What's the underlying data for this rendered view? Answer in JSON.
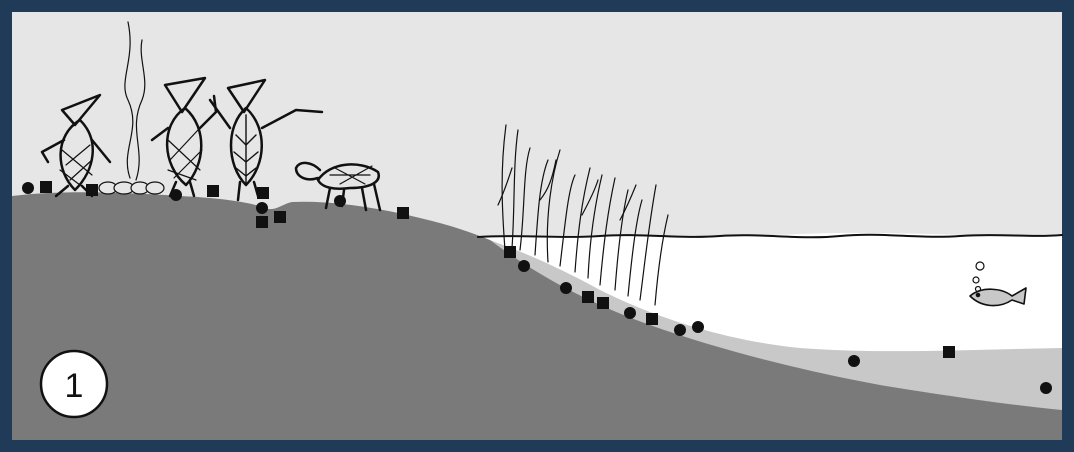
{
  "diagram": {
    "step_number": "1",
    "colors": {
      "frame": "#1f3b57",
      "sky": "#e6e6e6",
      "land": "#7a7a7a",
      "water": "#ffffff",
      "sediment": "#c8c8c8",
      "ink": "#111111"
    },
    "elements": [
      "human-figure",
      "human-figure",
      "human-figure",
      "campfire-smoke",
      "fire-stones",
      "animal-figure",
      "reeds",
      "water-surface",
      "fish-icon",
      "bubbles",
      "artifact-markers-circle",
      "artifact-markers-square"
    ]
  }
}
